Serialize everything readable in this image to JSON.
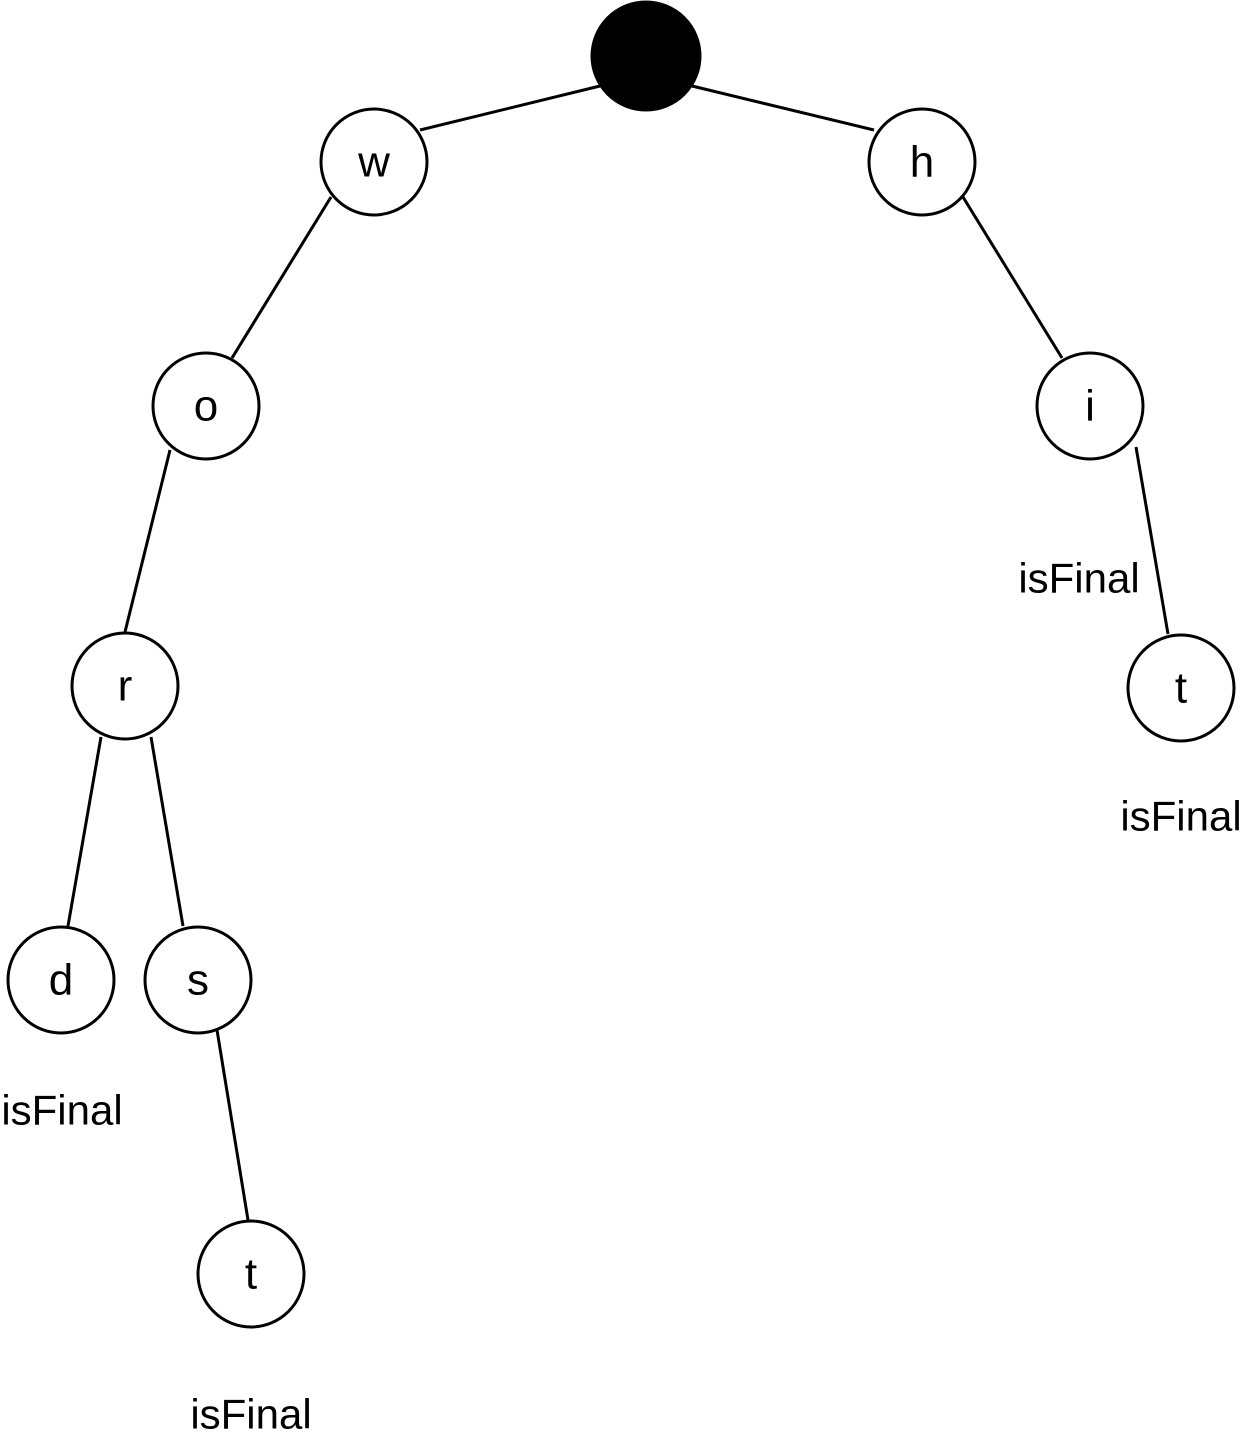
{
  "trie": {
    "root": {
      "filled": true
    },
    "nodes": {
      "w": {
        "letter": "w"
      },
      "h": {
        "letter": "h"
      },
      "o": {
        "letter": "o"
      },
      "i": {
        "letter": "i",
        "final_label": "isFinal"
      },
      "r": {
        "letter": "r"
      },
      "t1": {
        "letter": "t",
        "final_label": "isFinal"
      },
      "d": {
        "letter": "d",
        "final_label": "isFinal"
      },
      "s": {
        "letter": "s"
      },
      "t2": {
        "letter": "t",
        "final_label": "isFinal"
      }
    },
    "edges": [
      [
        "root",
        "w"
      ],
      [
        "root",
        "h"
      ],
      [
        "w",
        "o"
      ],
      [
        "o",
        "r"
      ],
      [
        "r",
        "d"
      ],
      [
        "r",
        "s"
      ],
      [
        "s",
        "t2"
      ],
      [
        "h",
        "i"
      ],
      [
        "i",
        "t1"
      ]
    ]
  }
}
